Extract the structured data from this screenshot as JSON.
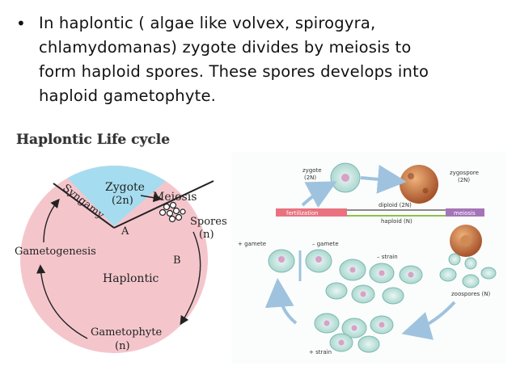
{
  "bullet": {
    "symbol": "•",
    "lines": [
      "In haplontic ( algae like volvex, spirogyra,",
      "chlamydomanas) zygote divides by meiosis to",
      "form haploid spores. These spores develops into",
      "haploid gametophyte."
    ]
  },
  "left_diagram": {
    "title": "Haplontic Life cycle",
    "labels": {
      "syngamy": "Syngamy",
      "zygote": "Zygote",
      "zygote_ploidy": "(2n)",
      "meiosis": "Meiosis",
      "spores": "Spores",
      "spores_ploidy": "(n)",
      "region_a": "A",
      "region_b": "B",
      "gametogenesis": "Gametogenesis",
      "haplontic": "Haplontic",
      "gametophyte": "Gametophyte",
      "gametophyte_ploidy": "(n)"
    },
    "colors": {
      "diploid": "#a6dcef",
      "haploid": "#f4c6cc",
      "ink": "#222222"
    }
  },
  "right_diagram": {
    "labels": {
      "zygote": "zygote",
      "zygote_ploidy": "(2N)",
      "zygospore": "zygospore",
      "zygospore_ploidy": "(2N)",
      "diploid": "diploid (2N)",
      "haploid": "haploid (N)",
      "fertilization": "fertilization",
      "meiosis": "meiosis",
      "plus_gamete": "+ gamete",
      "minus_gamete": "– gamete",
      "minus_strain": "– strain",
      "zoospores": "zoospores (N)",
      "plus_strain": "+ strain"
    },
    "colors": {
      "fertilization_bar": "#e8737f",
      "meiosis_bar": "#a574b8",
      "diploid_line": "#8a8a8a",
      "haploid_line": "#8cc04a",
      "arrow": "#9fc3de",
      "cell": "#b9dfdd",
      "zygospore": "#c9783a"
    }
  }
}
